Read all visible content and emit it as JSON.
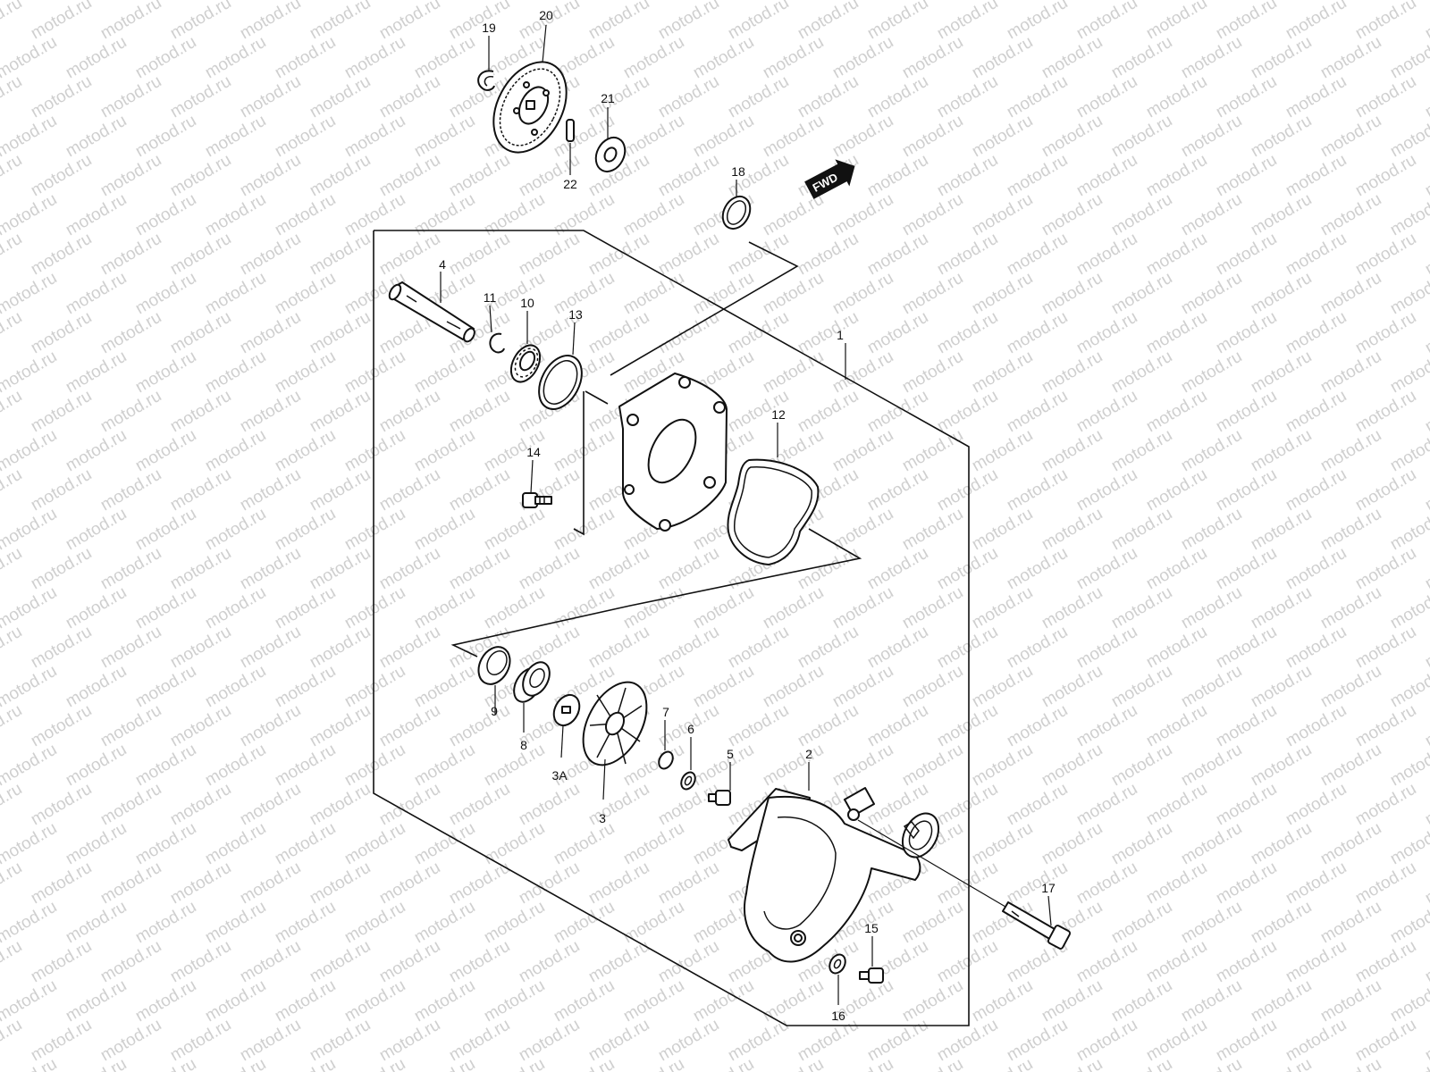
{
  "watermark": "motod.ru",
  "fwd_badge": "FWD",
  "callouts": {
    "c1": "1",
    "c2": "2",
    "c3": "3",
    "c3a": "3A",
    "c4": "4",
    "c5": "5",
    "c6": "6",
    "c7": "7",
    "c8": "8",
    "c9": "9",
    "c10": "10",
    "c11": "11",
    "c12": "12",
    "c13": "13",
    "c14": "14",
    "c15": "15",
    "c16": "16",
    "c17": "17",
    "c18": "18",
    "c19": "19",
    "c20": "20",
    "c21": "21",
    "c22": "22"
  },
  "colors": {
    "line": "#111111",
    "watermark": "#cfcfcf",
    "background": "#ffffff"
  }
}
